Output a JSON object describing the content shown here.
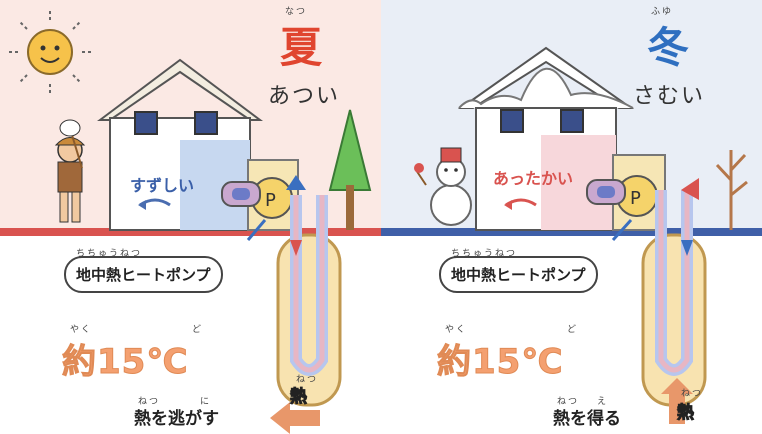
{
  "summer": {
    "ruby_season": "なつ",
    "season": "夏",
    "season_sub": "あつい",
    "house_label": "すずしい",
    "pump_ruby": "ちちゅうねつ",
    "pump_label": "地中熱ヒートポンプ",
    "temp_ruby_left": "やく",
    "temp_ruby_right": "ど",
    "temperature": "約15℃",
    "heat_ruby": "ねつ",
    "heat_word": "熱",
    "caption_ruby_left": "ねつ",
    "caption_ruby_right": "に",
    "caption": "熱を逃がす",
    "colors": {
      "sky": "#fbe9e4",
      "wall": "#c7d8f0",
      "ground_line": "#d9534f",
      "season": "#e0452f"
    }
  },
  "winter": {
    "ruby_season": "ふゆ",
    "season": "冬",
    "season_sub": "さむい",
    "house_label": "あったかい",
    "pump_ruby": "ちちゅうねつ",
    "pump_label": "地中熱ヒートポンプ",
    "temp_ruby_left": "やく",
    "temp_ruby_right": "ど",
    "temperature": "約15℃",
    "heat_ruby": "ねつ",
    "heat_word": "熱",
    "caption_ruby_left": "ねつ",
    "caption_ruby_right": "え",
    "caption": "熱を得る",
    "colors": {
      "sky": "#e9eef6",
      "wall": "#f7d7db",
      "ground_line": "#3f5fa8",
      "season": "#2f6fc0"
    }
  }
}
